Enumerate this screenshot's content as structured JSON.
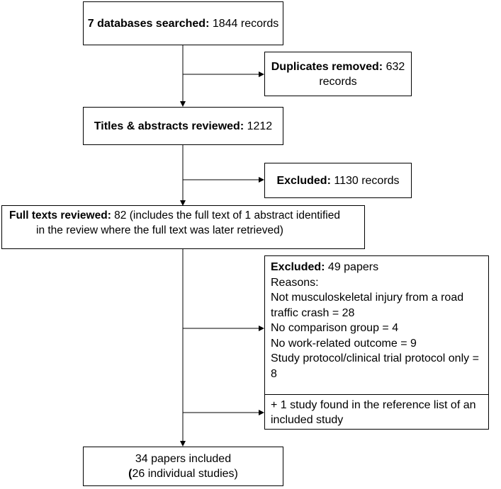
{
  "boxes": {
    "databases": {
      "bold": "7 databases searched:",
      "text": " 1844 records"
    },
    "duplicates": {
      "bold": "Duplicates removed:",
      "text": " 632",
      "text2": "records"
    },
    "titles": {
      "bold": "Titles & abstracts reviewed:",
      "text": " 1212"
    },
    "excluded1": {
      "bold": "Excluded:",
      "text": " 1130 records"
    },
    "fulltexts": {
      "bold": "Full texts reviewed:",
      "text": " 82 (includes the full text of 1 abstract identified",
      "text2": "in the review where the full text was later retrieved)"
    },
    "excluded2": {
      "bold": "Excluded:",
      "text": " 49 papers",
      "lines": [
        "Reasons:",
        "Not musculoskeletal injury from a road",
        "traffic crash = 28",
        "No comparison group = 4",
        "No work-related outcome = 9",
        "Study protocol/clinical trial protocol only = 8"
      ]
    },
    "added": {
      "lines": [
        "+ 1 study found in the reference list of an",
        "included study"
      ]
    },
    "included": {
      "line1": "34 papers included",
      "line2_bold": "(",
      "line2": "26 individual studies)"
    }
  }
}
